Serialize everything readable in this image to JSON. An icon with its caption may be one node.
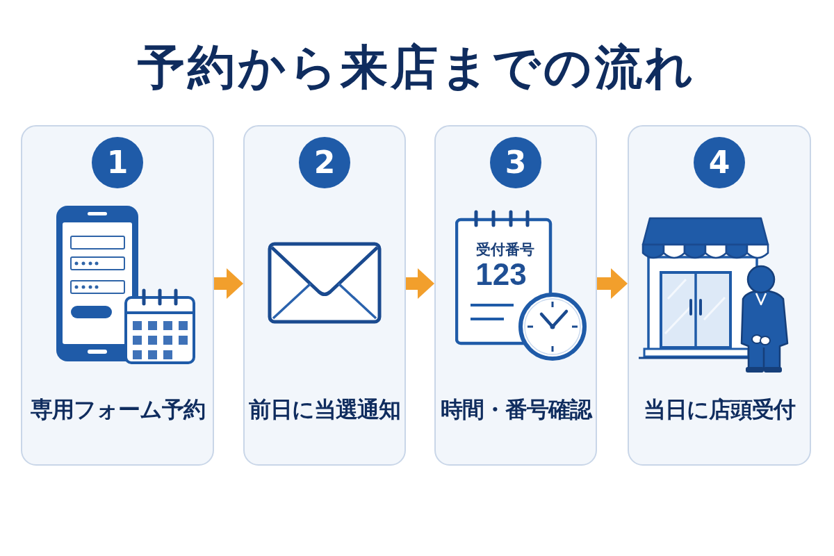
{
  "diagram": {
    "title": "予約から来店までの流れ",
    "nodes": [
      {
        "text": [
          "1",
          "専用フォーム予約"
        ]
      },
      {
        "text": [
          "2",
          "前日に当選通知"
        ]
      },
      {
        "text": [
          "3",
          "時間・番号確認"
        ]
      },
      {
        "text": [
          "4",
          "当日に店頭受付"
        ]
      }
    ],
    "edges": [
      {
        "from": 0,
        "to": 1,
        "arrow": "to"
      },
      {
        "from": 1,
        "to": 2,
        "arrow": "to"
      },
      {
        "from": 2,
        "to": 3,
        "arrow": "to"
      }
    ],
    "labels": [
      "受付番号",
      "123"
    ]
  }
}
